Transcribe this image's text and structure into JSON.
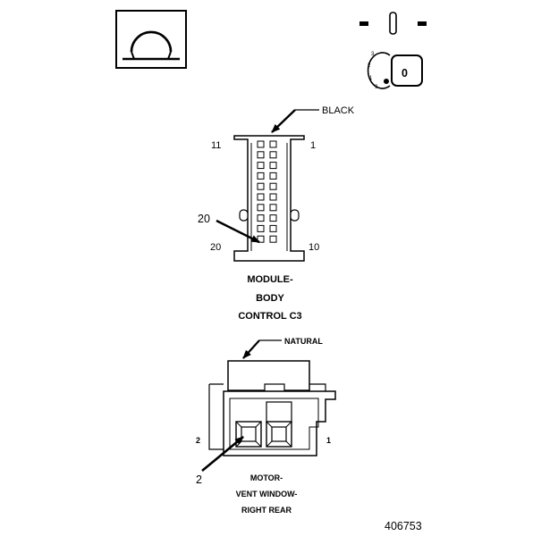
{
  "symbols": {
    "ohm_glyph": "Ω",
    "switch_off_dash": "-",
    "switch_on_bar": "|",
    "key_letter": "0",
    "key_positions": [
      "3",
      "2",
      "1",
      "9"
    ]
  },
  "connector_c3": {
    "color_label": "BLACK",
    "pin_11": "11",
    "pin_1": "1",
    "pin_20_callout": "20",
    "pin_20": "20",
    "pin_10": "10",
    "name_line1": "MODULE-",
    "name_line2": "BODY",
    "name_line3": "CONTROL C3"
  },
  "connector_motor": {
    "color_label": "NATURAL",
    "pin_2_side": "2",
    "pin_1_side": "1",
    "pin_2_callout": "2",
    "name_line1": "MOTOR-",
    "name_line2": "VENT WINDOW-",
    "name_line3": "RIGHT REAR"
  },
  "figure_number": "406753"
}
